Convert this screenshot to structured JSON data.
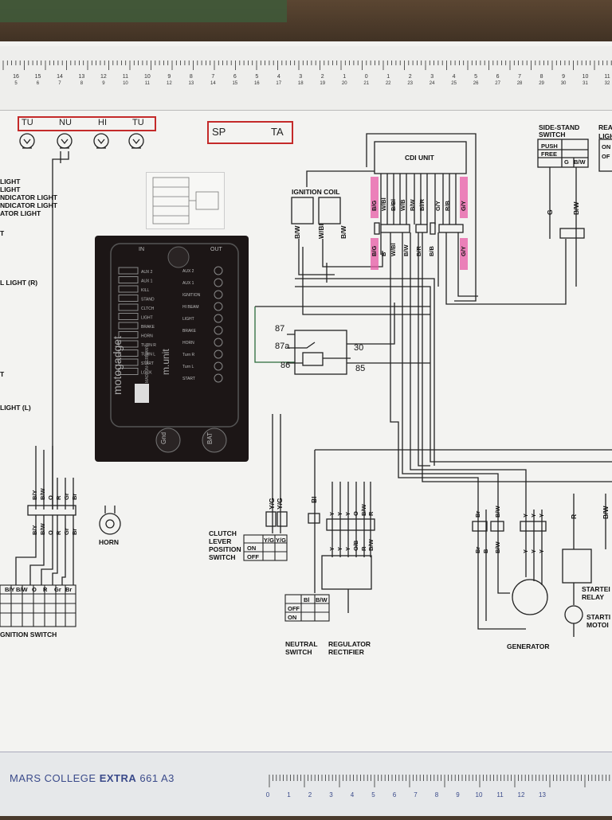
{
  "ruler_top": {
    "top_numbers": [
      "16",
      "15",
      "14",
      "13",
      "12",
      "11",
      "10",
      "9",
      "8",
      "7",
      "6",
      "5",
      "4",
      "3",
      "2",
      "1",
      "0",
      "1",
      "2",
      "3",
      "4",
      "5",
      "6",
      "7",
      "8",
      "9",
      "10",
      "11"
    ],
    "bottom_numbers": [
      "5",
      "6",
      "7",
      "8",
      "9",
      "10",
      "11",
      "12",
      "13",
      "14",
      "15",
      "16",
      "17",
      "18",
      "19",
      "20",
      "21",
      "22",
      "23",
      "24",
      "25",
      "26",
      "27",
      "28",
      "29",
      "30",
      "31",
      "32"
    ]
  },
  "ruler_bottom": {
    "brand_prefix": "MARS COLLEGE",
    "brand_bold": "EXTRA",
    "brand_suffix": "661 A3",
    "numbers": [
      "0",
      "1",
      "2",
      "3",
      "4",
      "5",
      "6",
      "7",
      "8",
      "9",
      "10",
      "11",
      "12",
      "13"
    ]
  },
  "bulbs_box": {
    "labels": [
      "TU",
      "NU",
      "HI",
      "TU"
    ]
  },
  "sp_ta_box": {
    "left": "SP",
    "right": "TA"
  },
  "left_legend": [
    "LIGHT",
    "LIGHT",
    "NDICATOR LIGHT",
    "NDICATOR LIGHT",
    "ATOR LIGHT",
    "T",
    "L LIGHT (R)",
    "T",
    "LIGHT (L)"
  ],
  "cdi_unit": {
    "title": "CDI UNIT",
    "wire_labels": [
      "B/G",
      "W/Bl",
      "B/Bl",
      "W/B",
      "B/W",
      "Bl/R",
      "G/Y",
      "R/B",
      "G/Y"
    ],
    "lower_labels": [
      "B/G",
      "B",
      "W/Bl",
      "B/W",
      "B/R",
      "B/B",
      "G/Y"
    ]
  },
  "ignition_coil": {
    "title": "IGNITION COIL",
    "wires": [
      "B/W",
      "W/Bl",
      "B/W"
    ]
  },
  "relay": {
    "pins": [
      "87",
      "87a",
      "86",
      "30",
      "85"
    ]
  },
  "side_stand": {
    "title_1": "SIDE-STAND",
    "title_2": "SWITCH",
    "rows": [
      "PUSH",
      "FREE"
    ],
    "cols": [
      "G",
      "B/W"
    ],
    "wires": [
      "G",
      "B/W"
    ]
  },
  "rear_light_cut": [
    "REA",
    "LIGH",
    "ON",
    "OF"
  ],
  "motogadget": {
    "in_label": "IN",
    "out_label": "OUT",
    "brand": "motogadget",
    "model": "m.unit",
    "made_in": "MADE IN GERMANY",
    "gnd_label": "Gnd",
    "bat_label": "BAT",
    "in_pins": [
      "AUX 2",
      "AUX 1",
      "KILL",
      "STAND",
      "CLTCH",
      "LIGHT",
      "BRAKE",
      "HORN",
      "TURN R",
      "TURN L",
      "START",
      "LOCK"
    ],
    "out_pins": [
      "AUX 2",
      "AUX 1",
      "IGNITION",
      "HI BEAM",
      "LIGHT",
      "BRAKE",
      "HORN",
      "Turn R",
      "Turn L",
      "START"
    ]
  },
  "left_harness": {
    "wires_top": [
      "B/Y",
      "B/W",
      "O",
      "R",
      "Gr",
      "Br"
    ],
    "wires_bottom": [
      "B/Y",
      "B/W",
      "O",
      "R",
      "Gr",
      "Br"
    ]
  },
  "horn": {
    "label": "HORN"
  },
  "ignition_switch": {
    "label": "GNITION SWITCH",
    "cols": [
      "B/Y",
      "B/W",
      "O",
      "R",
      "Gr",
      "Br"
    ]
  },
  "clutch_switch": {
    "label_1": "CLUTCH",
    "label_2": "LEVER",
    "label_3": "POSITION",
    "label_4": "SWITCH",
    "wires": [
      "Y/G",
      "Y/G"
    ],
    "cols": [
      "Y/G",
      "Y/G"
    ],
    "rows": [
      "ON",
      "OFF"
    ]
  },
  "neutral_switch": {
    "label_1": "NEUTRAL",
    "label_2": "SWITCH",
    "wire": "Bl",
    "cols": [
      "Bl",
      "B/W"
    ],
    "rows": [
      "OFF",
      "ON"
    ]
  },
  "regulator": {
    "label_1": "REGULATOR",
    "label_2": "RECTIFIER",
    "wires_top": [
      "Y",
      "Y",
      "Y",
      "O",
      "B/W",
      "R"
    ],
    "wires_bottom": [
      "Y",
      "Y",
      "Y",
      "O/B",
      "R",
      "B/W"
    ]
  },
  "generator": {
    "label": "GENERATOR",
    "wires_top": [
      "Br",
      "B/W",
      "Y",
      "Y",
      "Y"
    ],
    "wires_bottom": [
      "Br",
      "B",
      "B/W",
      "Y",
      "Y",
      "Y"
    ]
  },
  "starter": {
    "relay_1": "STARTEI",
    "relay_2": "RELAY",
    "motor_1": "STARTI",
    "motor_2": "MOTOI",
    "wires": [
      "R",
      "B/W"
    ]
  },
  "colors": {
    "highlight": "#e85aa6",
    "red_box": "#c42a2a",
    "ink": "#111111",
    "paper": "#f3f3f1"
  }
}
